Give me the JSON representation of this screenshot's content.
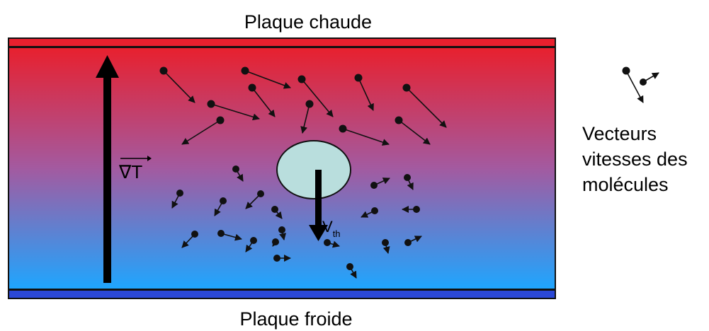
{
  "labels": {
    "top_plate": "Plaque chaude",
    "bottom_plate": "Plaque froide",
    "gradient_symbol": "∇T",
    "velocity_main": "V",
    "velocity_sub": "th",
    "legend_line1": "Vecteurs",
    "legend_line2": "vitesses des",
    "legend_line3": "molécules"
  },
  "colors": {
    "hot": "#e8202e",
    "cold": "#1ea6ff",
    "mid": "#a35aa0",
    "plate_hot": "#e8202e",
    "plate_cold": "#2b48d6",
    "particle_fill": "#b9dedd"
  }
}
